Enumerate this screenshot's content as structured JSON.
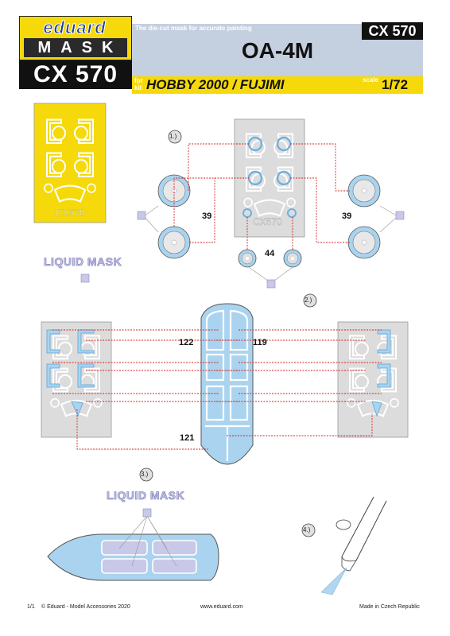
{
  "logo": {
    "brand": "eduard",
    "line": "MASK",
    "code": "CX 570"
  },
  "header": {
    "tagline": "The die-cut mask for accurate painting",
    "code": "CX 570",
    "title": "OA-4M",
    "kit_for": "for kit",
    "kit_name": "HOBBY 2000 / FUJIMI",
    "scale_label": "scale",
    "scale": "1/72"
  },
  "steps": [
    "1.)",
    "2.)",
    "3.)",
    "4.)"
  ],
  "labels": {
    "wheel_left": "39",
    "wheel_right": "39",
    "nose_wheel": "44",
    "canopy_left": "122",
    "canopy_right": "119",
    "canopy_bottom": "121",
    "liquid_mask_1": "LIQUID MASK",
    "liquid_mask_2": "LIQUID MASK",
    "sheet_code": "CX570"
  },
  "colors": {
    "yellow": "#f5d90a",
    "mask_blue": "#a9d3ef",
    "sheet_grey": "#dcdcdc",
    "guide_red": "#d62020",
    "liquid": "#c8c8e8"
  },
  "footer": {
    "page": "1/1",
    "copyright": "© Eduard - Model Accessories 2020",
    "url": "www.eduard.com",
    "made_in": "Made in Czech Republic"
  }
}
